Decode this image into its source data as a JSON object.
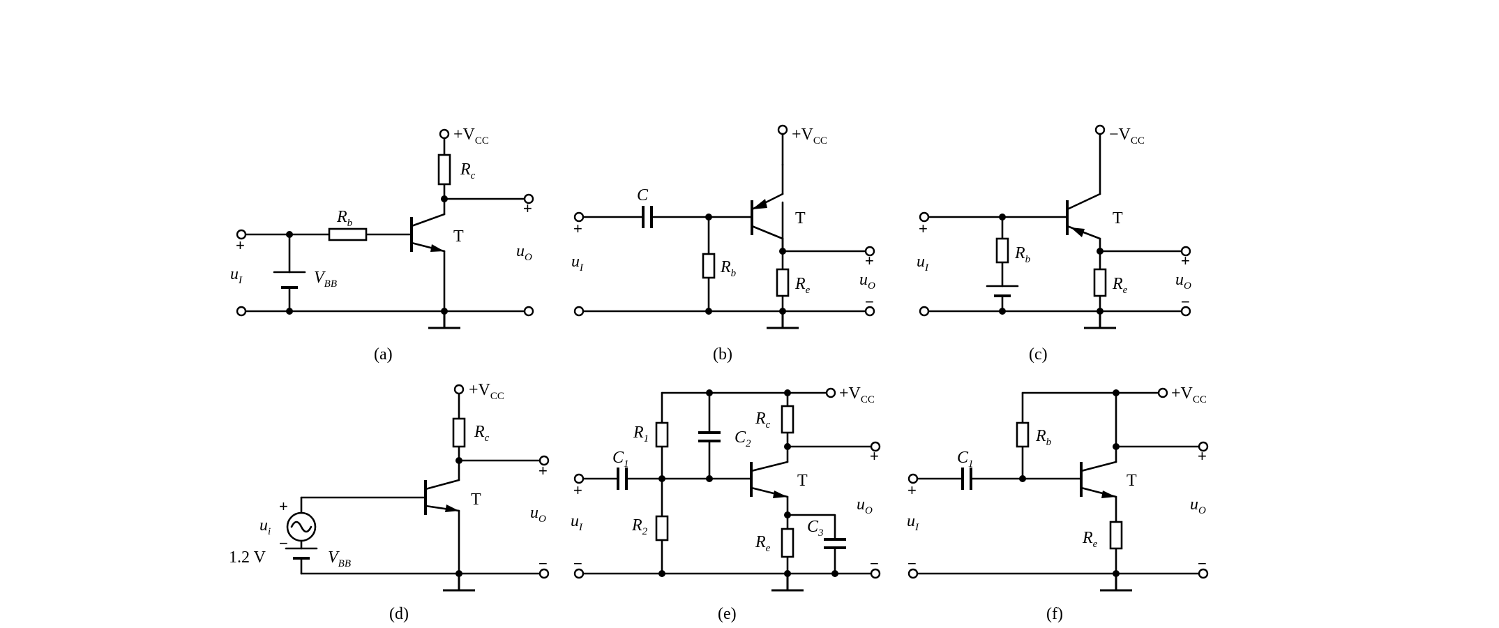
{
  "circuits": {
    "a": {
      "caption": "(a)",
      "vcc": "+V",
      "vcc_sub": "CC",
      "rc": "R",
      "rc_sub": "c",
      "rb": "R",
      "rb_sub": "b",
      "transistor": "T",
      "vbb": "V",
      "vbb_sub": "BB",
      "ui": "u",
      "ui_sub": "I",
      "uo": "u",
      "uo_sub": "O",
      "plus_in": "+",
      "plus_out": "+"
    },
    "b": {
      "caption": "(b)",
      "vcc": "+V",
      "vcc_sub": "CC",
      "c": "C",
      "rb": "R",
      "rb_sub": "b",
      "re": "R",
      "re_sub": "e",
      "transistor": "T",
      "ui": "u",
      "ui_sub": "I",
      "uo": "u",
      "uo_sub": "O",
      "plus_in": "+",
      "plus_out": "+",
      "minus_out": "−"
    },
    "c": {
      "caption": "(c)",
      "vcc": "−V",
      "vcc_sub": "CC",
      "rb": "R",
      "rb_sub": "b",
      "re": "R",
      "re_sub": "e",
      "transistor": "T",
      "ui": "u",
      "ui_sub": "I",
      "uo": "u",
      "uo_sub": "O",
      "plus_in": "+",
      "plus_out": "+",
      "minus_out": "−"
    },
    "d": {
      "caption": "(d)",
      "vcc": "+V",
      "vcc_sub": "CC",
      "rc": "R",
      "rc_sub": "c",
      "transistor": "T",
      "ui": "u",
      "ui_sub": "i",
      "vbb_value": "1.2 V",
      "vbb": "V",
      "vbb_sub": "BB",
      "uo": "u",
      "uo_sub": "O",
      "plus_src": "+",
      "minus_src": "−",
      "plus_out": "+",
      "minus_out": "−"
    },
    "e": {
      "caption": "(e)",
      "vcc": "+V",
      "vcc_sub": "CC",
      "c1": "C",
      "c1_sub": "1",
      "c2": "C",
      "c2_sub": "2",
      "c3": "C",
      "c3_sub": "3",
      "r1": "R",
      "r1_sub": "1",
      "r2": "R",
      "r2_sub": "2",
      "rc": "R",
      "rc_sub": "c",
      "re": "R",
      "re_sub": "e",
      "transistor": "T",
      "ui": "u",
      "ui_sub": "I",
      "uo": "u",
      "uo_sub": "O",
      "plus_in": "+",
      "minus_in": "−",
      "plus_out": "+",
      "minus_out": "−"
    },
    "f": {
      "caption": "(f)",
      "vcc": "+V",
      "vcc_sub": "CC",
      "c1": "C",
      "c1_sub": "1",
      "rb": "R",
      "rb_sub": "b",
      "re": "R",
      "re_sub": "e",
      "transistor": "T",
      "ui": "u",
      "ui_sub": "I",
      "uo": "u",
      "uo_sub": "O",
      "plus_in": "+",
      "minus_in": "−",
      "plus_out": "+",
      "minus_out": "−"
    }
  }
}
